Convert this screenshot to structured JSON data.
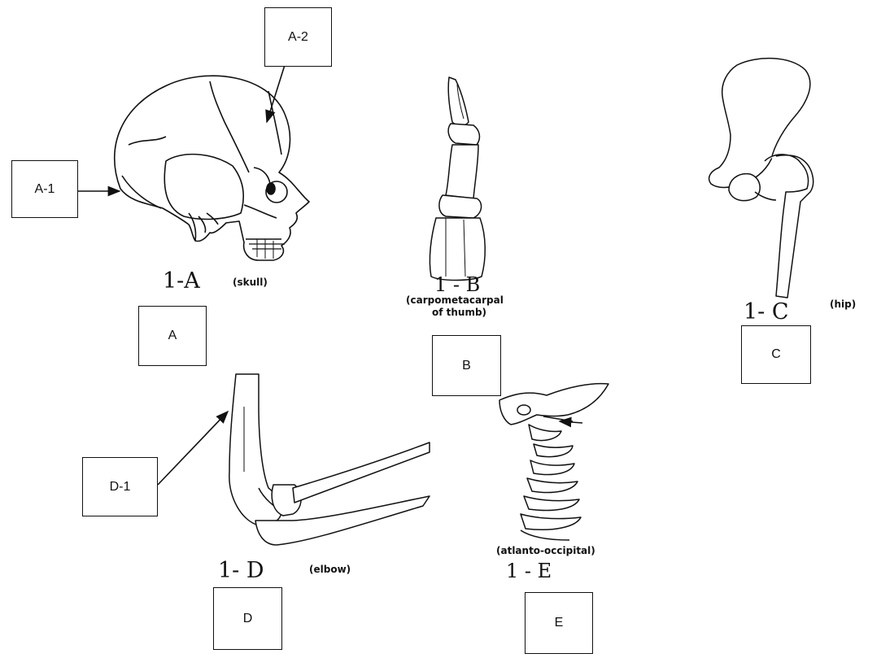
{
  "boxes": {
    "a1": "A-1",
    "a2": "A-2",
    "a": "A",
    "b": "B",
    "c": "C",
    "d1": "D-1",
    "d": "D",
    "e": "E"
  },
  "captions": {
    "skull": {
      "number": "1-A",
      "joint": "(skull)"
    },
    "thumb": {
      "number": "1 - B",
      "joint_line1": "(carpometacarpal",
      "joint_line2": "of thumb)"
    },
    "hip": {
      "number": "1- C",
      "joint": "(hip)"
    },
    "elbow": {
      "number": "1- D",
      "joint": "(elbow)"
    },
    "neck": {
      "number": "1 - E",
      "joint": "(atlanto-occipital)"
    }
  }
}
